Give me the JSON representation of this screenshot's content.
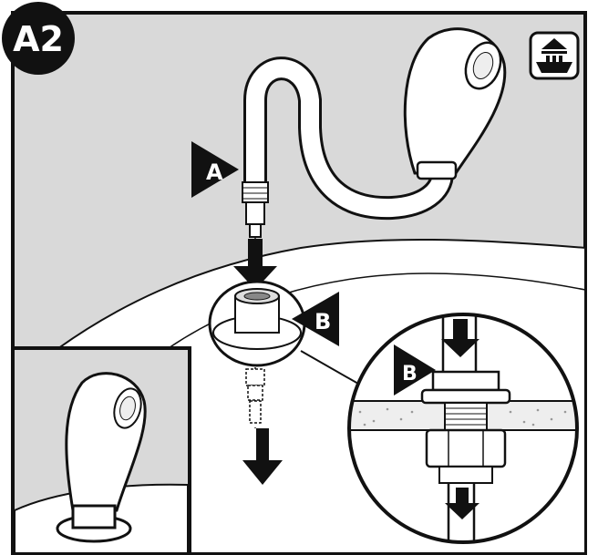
{
  "step": {
    "label": "A2"
  },
  "callouts": {
    "hose": "A",
    "base": "B",
    "detail_base": "B"
  },
  "icons": {
    "corner": "sink-sprayer-icon"
  },
  "colors": {
    "background": "#d9d9d9",
    "line": "#111111",
    "white": "#ffffff",
    "counter_grain": "#b5b5b5"
  }
}
